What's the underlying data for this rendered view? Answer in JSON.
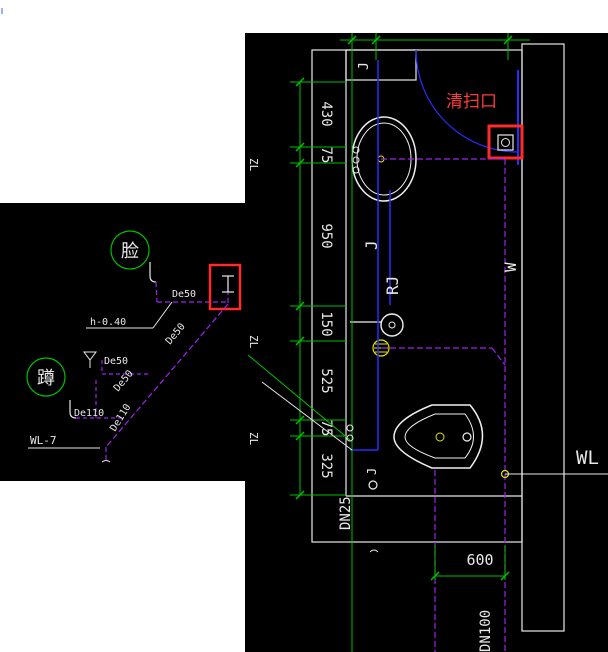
{
  "colors": {
    "canvas_bg": "#000000",
    "page_bg": "#ffffff",
    "wall_white": "#e8e8e8",
    "dimension_green": "#00c000",
    "cold_water_blue": "#2a2aff",
    "drain_purple": "#a020f0",
    "fixture_white": "#f0f0f0",
    "highlight_red": "#ff2a2a",
    "yellow_node": "#e6e600"
  },
  "isometric": {
    "fixture_wash": "脸",
    "fixture_squat": "蹲",
    "pipe_labels": [
      "De50",
      "De50",
      "De50",
      "De50",
      "De110",
      "De110"
    ],
    "elevation": "h-0.40",
    "stack": "WL-7"
  },
  "plan": {
    "cleanout_label": "清扫口",
    "dimensions_vertical": [
      "430",
      "75",
      "950",
      "150",
      "525",
      "75",
      "325"
    ],
    "dimension_horizontal": "600",
    "pipe_j_top": "J",
    "pipe_j_mid": "J",
    "pipe_rj": "RJ",
    "pipe_w": "W",
    "pipe_j_bottom": "J",
    "stack_wl": "WL",
    "pipe_dn25": "DN25",
    "pipe_dn100": "DN100",
    "mark_a": "ZL",
    "mark_b": "ZL",
    "mark_c": "ZL"
  }
}
